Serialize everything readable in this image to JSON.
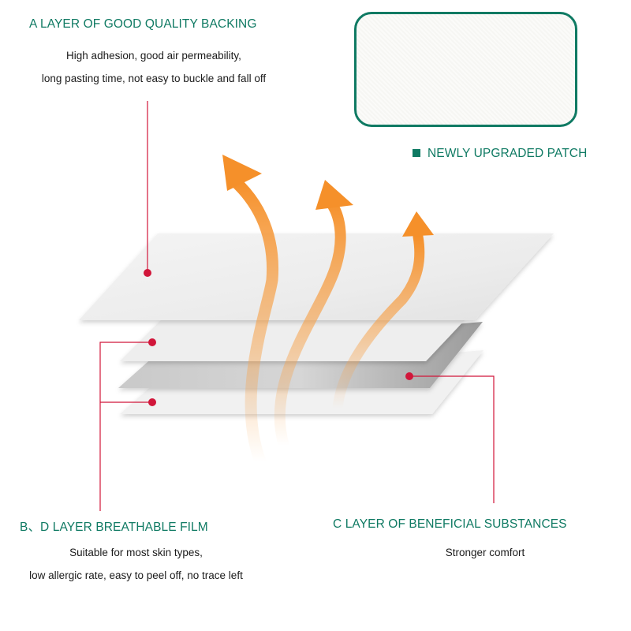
{
  "top_left": {
    "heading": "A LAYER OF GOOD QUALITY BACKING",
    "lines": [
      "High adhesion, good air permeability,",
      "long pasting time, not easy to buckle and fall off"
    ]
  },
  "patch": {
    "legend_label": "NEWLY UPGRADED PATCH"
  },
  "bottom_left": {
    "heading": "B、D LAYER BREATHABLE FILM",
    "lines": [
      "Suitable for most skin types,",
      "low allergic rate, easy to peel off, no trace left"
    ]
  },
  "bottom_right": {
    "heading": "C LAYER OF BENEFICIAL SUBSTANCES",
    "lines": [
      "Stronger comfort"
    ]
  },
  "colors": {
    "heading_green": "#0f7a63",
    "leader_red": "#d1163a",
    "arrow_orange": "#f5902a"
  }
}
